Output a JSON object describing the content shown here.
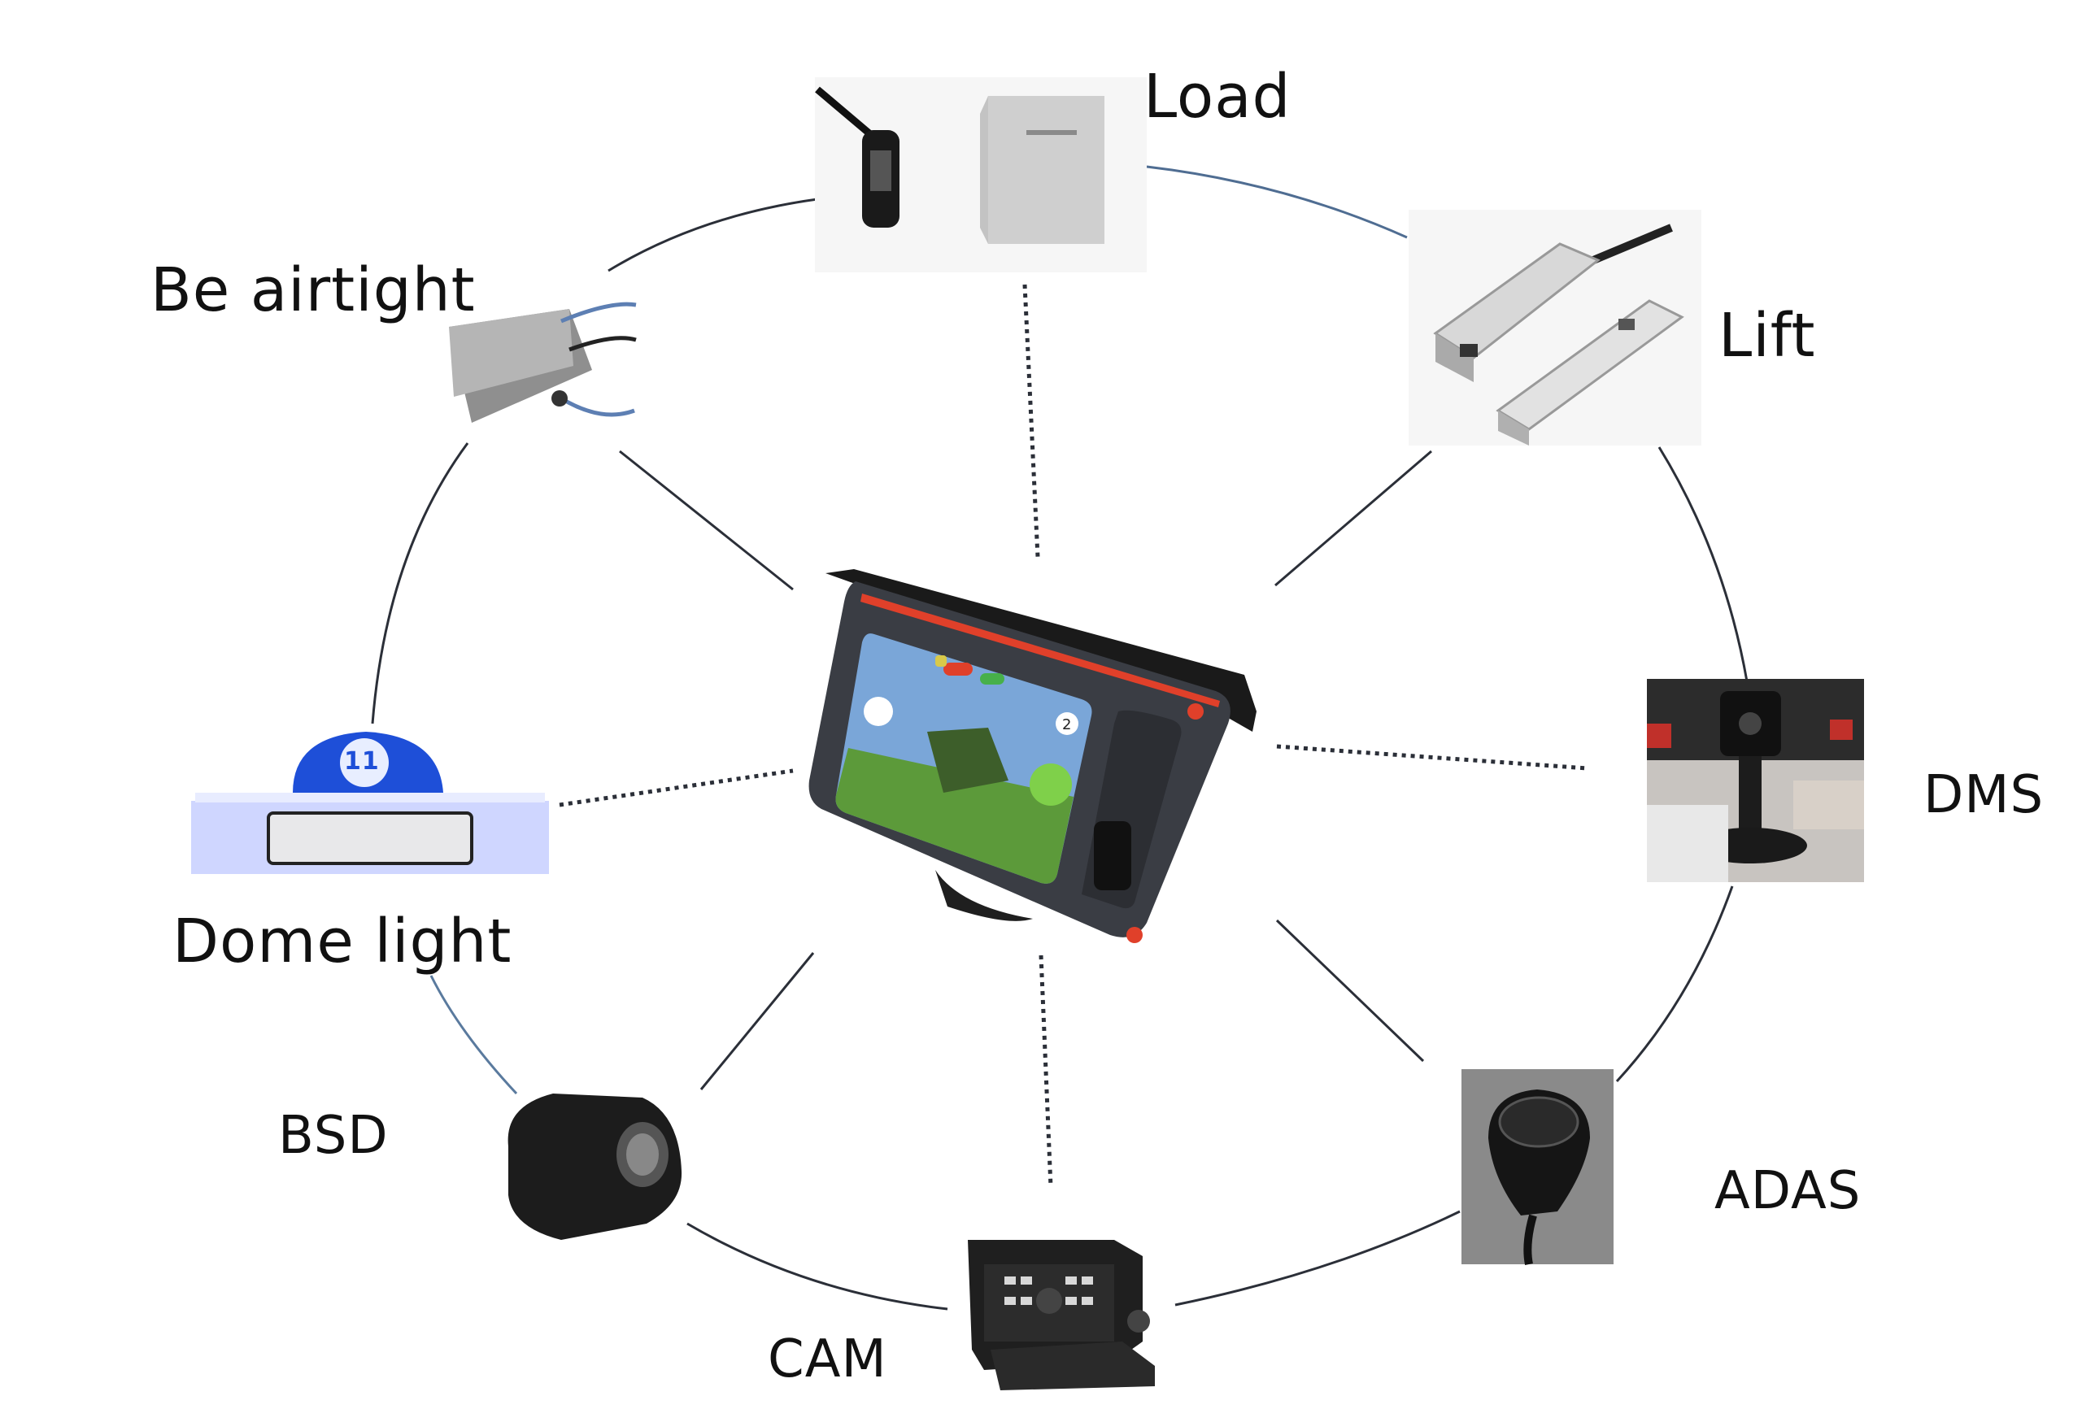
{
  "labels": {
    "load": "Load",
    "lift": "Lift",
    "airtight": "Be airtight",
    "dms": "DMS",
    "dome_light": "Dome light",
    "bsd": "BSD",
    "adas": "ADAS",
    "cam": "CAM"
  },
  "device_screen_badge": "2",
  "dome_light_badge": "11",
  "colors": {
    "ring_dark": "#2b2f38",
    "ring_blue": "#5a7a9e",
    "device_body": "#3a3d44",
    "device_accent": "#e0402a",
    "dome_blue": "#1e4fd8",
    "screen_sky": "#7aa6d8",
    "screen_ground": "#5c9a3a"
  }
}
